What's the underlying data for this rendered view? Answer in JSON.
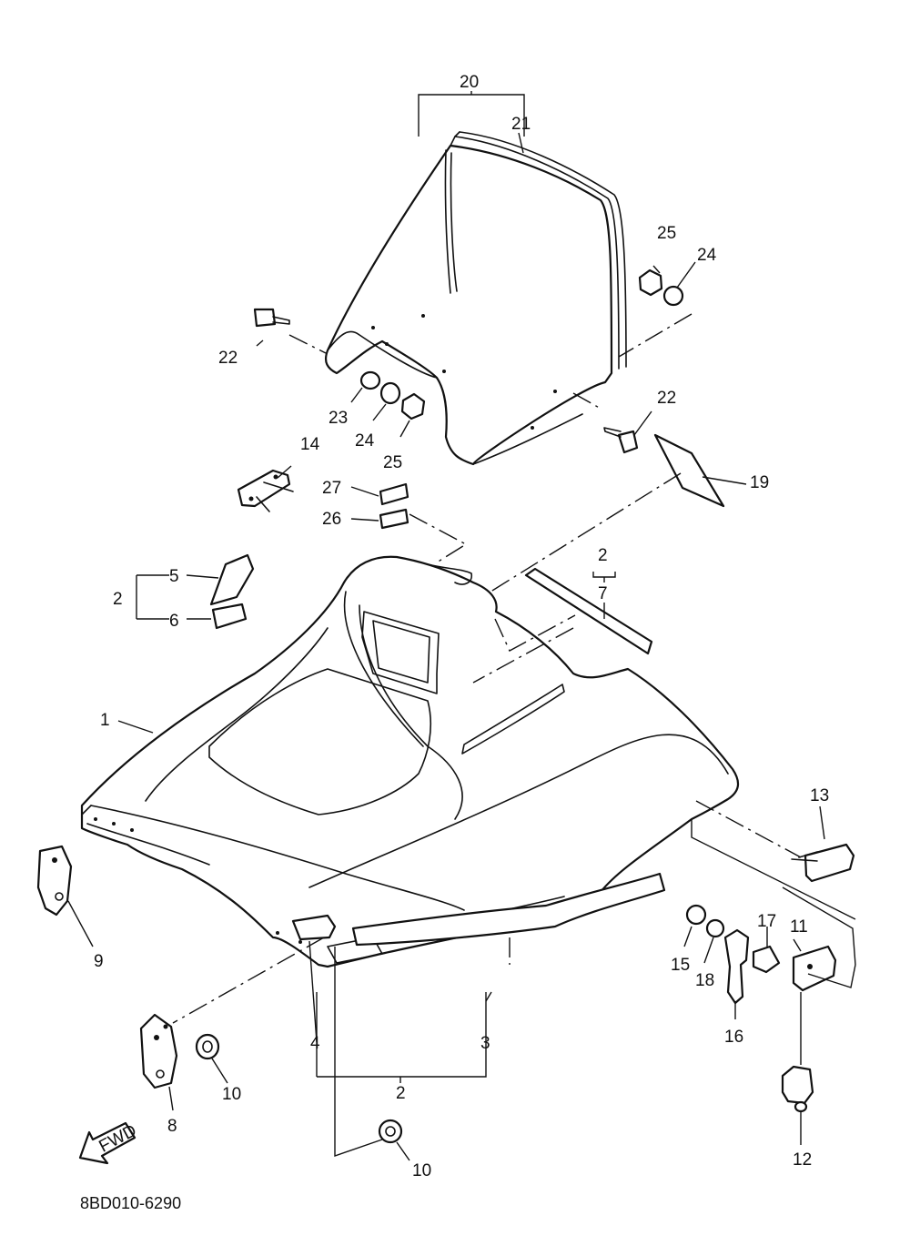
{
  "diagram": {
    "code": "8BD010-6290",
    "fwd_label": "FWD",
    "callouts": [
      {
        "id": "c20",
        "text": "20"
      },
      {
        "id": "c21",
        "text": "21"
      },
      {
        "id": "c25a",
        "text": "25"
      },
      {
        "id": "c24a",
        "text": "24"
      },
      {
        "id": "c22a",
        "text": "22"
      },
      {
        "id": "c22b",
        "text": "22"
      },
      {
        "id": "c23",
        "text": "23"
      },
      {
        "id": "c24b",
        "text": "24"
      },
      {
        "id": "c25b",
        "text": "25"
      },
      {
        "id": "c14",
        "text": "14"
      },
      {
        "id": "c27",
        "text": "27"
      },
      {
        "id": "c26",
        "text": "26"
      },
      {
        "id": "c19",
        "text": "19"
      },
      {
        "id": "c2a",
        "text": "2"
      },
      {
        "id": "c7",
        "text": "7"
      },
      {
        "id": "c5",
        "text": "5"
      },
      {
        "id": "c2b",
        "text": "2"
      },
      {
        "id": "c6",
        "text": "6"
      },
      {
        "id": "c1",
        "text": "1"
      },
      {
        "id": "c13",
        "text": "13"
      },
      {
        "id": "c9",
        "text": "9"
      },
      {
        "id": "c17",
        "text": "17"
      },
      {
        "id": "c11",
        "text": "11"
      },
      {
        "id": "c15",
        "text": "15"
      },
      {
        "id": "c18",
        "text": "18"
      },
      {
        "id": "c16",
        "text": "16"
      },
      {
        "id": "c3",
        "text": "3"
      },
      {
        "id": "c4",
        "text": "4"
      },
      {
        "id": "c2c",
        "text": "2"
      },
      {
        "id": "c10a",
        "text": "10"
      },
      {
        "id": "c8",
        "text": "8"
      },
      {
        "id": "c10b",
        "text": "10"
      },
      {
        "id": "c12",
        "text": "12"
      }
    ]
  }
}
